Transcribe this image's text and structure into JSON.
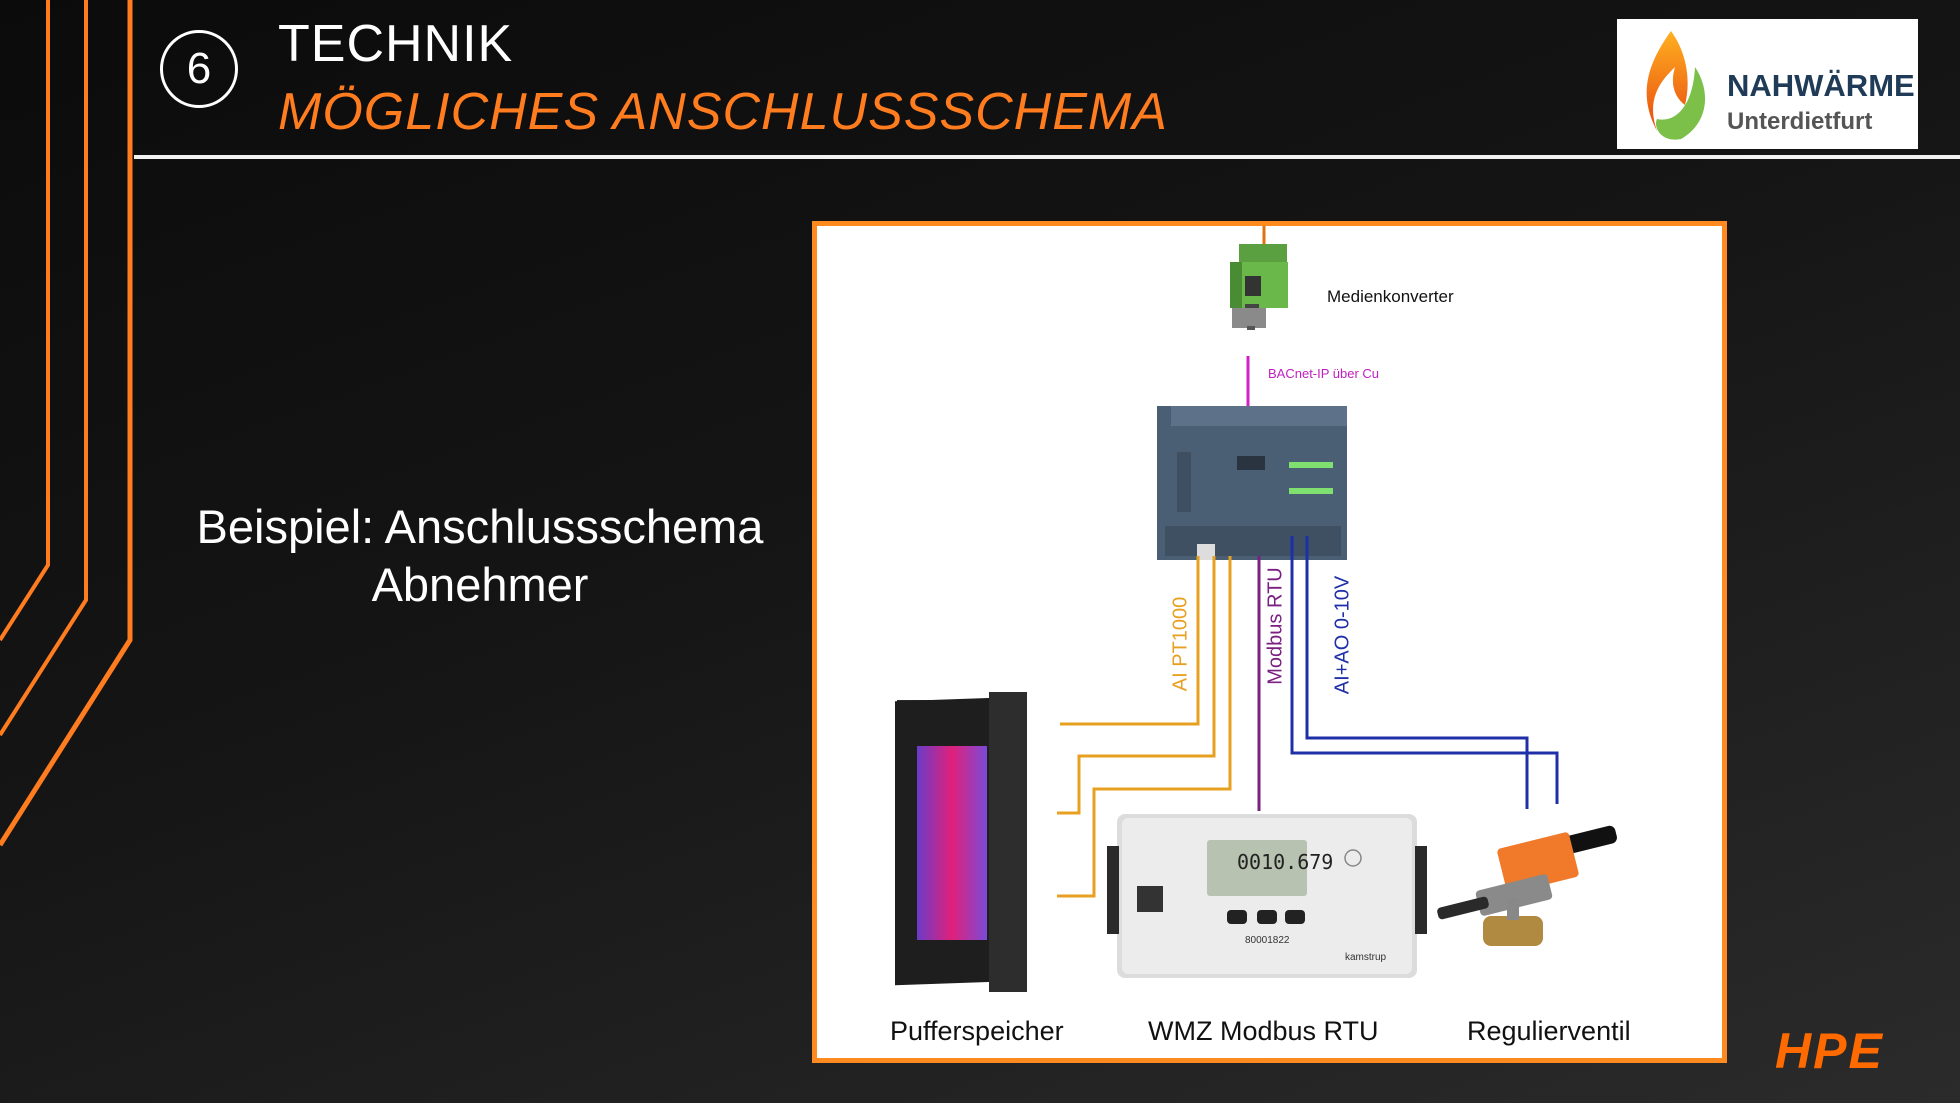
{
  "header": {
    "section_number": "6",
    "title": "TECHNIK",
    "subtitle": "MÖGLICHES ANSCHLUSSSCHEMA"
  },
  "logo": {
    "line1": "NAHWÄRME",
    "line2": "Unterdietfurt"
  },
  "side_text": {
    "line1": "Beispiel: Anschlussschema",
    "line2": "Abnehmer"
  },
  "diagram": {
    "media_converter_label": "Medienkonverter",
    "bacnet_label": "BACnet-IP über Cu",
    "ai_pt1000_label": "AI PT1000",
    "modbus_rtu_label": "Modbus RTU",
    "ai_ao_label": "AI+AO 0-10V",
    "meter_display": "0010.679",
    "meter_serial": "80001822",
    "meter_brand": "kamstrup",
    "components": [
      "Pufferspeicher",
      "WMZ Modbus RTU",
      "Regulierventil"
    ]
  },
  "footer": {
    "brand": "HPE"
  },
  "colors": {
    "accent_orange": "#ff7c1f",
    "frame_orange": "#ff8a1f",
    "line_orange": "#e8a020",
    "line_purple": "#7a2080",
    "line_blue": "#1f2fa8",
    "line_magenta": "#d020c8"
  }
}
